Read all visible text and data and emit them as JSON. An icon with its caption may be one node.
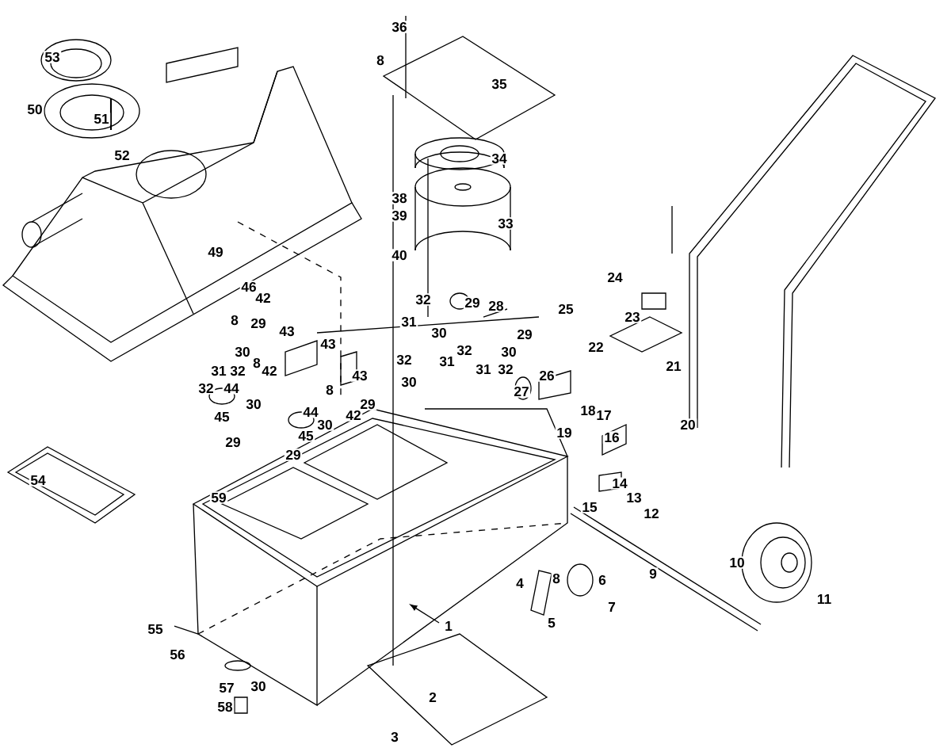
{
  "diagram": {
    "labels": [
      "53",
      "36",
      "8",
      "35",
      "50",
      "51",
      "52",
      "34",
      "38",
      "39",
      "33",
      "49",
      "40",
      "24",
      "46",
      "42",
      "32",
      "29",
      "28",
      "25",
      "23",
      "8",
      "31",
      "29",
      "43",
      "30",
      "29",
      "43",
      "22",
      "32",
      "30",
      "8",
      "32",
      "31",
      "30",
      "31",
      "32",
      "21",
      "31",
      "32",
      "42",
      "43",
      "26",
      "30",
      "8",
      "32",
      "44",
      "27",
      "29",
      "30",
      "18",
      "44",
      "42",
      "17",
      "45",
      "30",
      "20",
      "19",
      "45",
      "16",
      "29",
      "29",
      "54",
      "14",
      "59",
      "13",
      "15",
      "12",
      "10",
      "9",
      "8",
      "6",
      "4",
      "11",
      "7",
      "1",
      "5",
      "55",
      "56",
      "30",
      "57",
      "2",
      "58",
      "3"
    ]
  }
}
